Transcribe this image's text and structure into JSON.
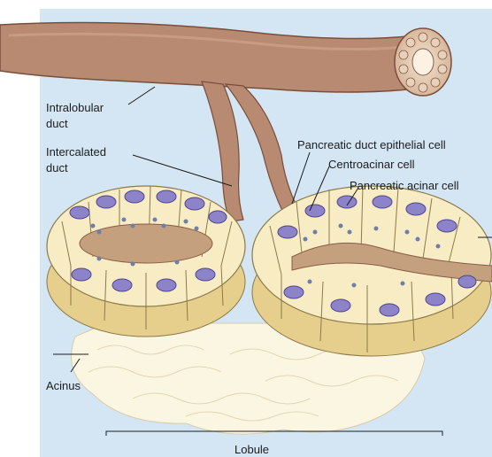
{
  "labels": {
    "intralobular_duct_line1": "Intralobular",
    "intralobular_duct_line2": "duct",
    "intercalated_duct_line1": "Intercalated",
    "intercalated_duct_line2": "duct",
    "pancreatic_duct_epithelial_cell": "Pancreatic duct epithelial cell",
    "centroacinar_cell": "Centroacinar cell",
    "pancreatic_acinar_cell": "Pancreatic acinar cell",
    "acinus": "Acinus",
    "lobule": "Lobule"
  },
  "colors": {
    "background_panel": "#d4e6f3",
    "duct": "#b98a72",
    "duct_dark": "#8a5c46",
    "cell_fill": "#f7ecc4",
    "cell_side": "#e6cf8c",
    "nucleus": "#8c83c9",
    "lumen": "#c4a07f",
    "lobule_mass": "#fbf6e2"
  }
}
